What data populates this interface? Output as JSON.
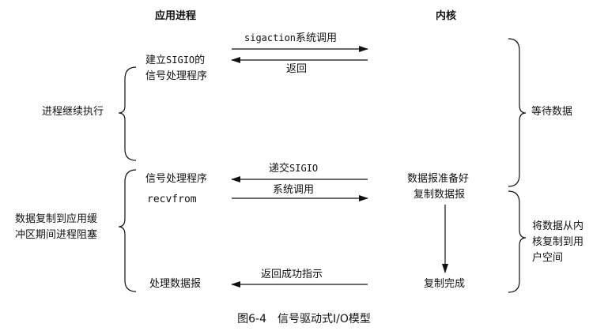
{
  "headers": {
    "app": "应用进程",
    "kernel": "内核"
  },
  "left": {
    "establish_prefix": "建立",
    "establish_code": "SIGIO",
    "establish_suffix": "的",
    "establish_line2": "信号处理程序",
    "handler": "信号处理程序",
    "recvfrom": "recvfrom",
    "process_data": "处理数据报"
  },
  "arrows": {
    "sigaction_code": "sigaction",
    "sigaction_text": "系统调用",
    "return": "返回",
    "deliver_text": "递交",
    "deliver_code": "SIGIO",
    "syscall": "系统调用",
    "return_success": "返回成功指示"
  },
  "kernel": {
    "datagram_ready": "数据报准备好",
    "copy_datagram": "复制数据报",
    "copy_complete": "复制完成"
  },
  "brackets": {
    "continue": "进程继续执行",
    "blocked_line1": "数据复制到应用缓",
    "blocked_line2": "冲区期间进程阻塞",
    "wait": "等待数据",
    "copy_line1": "将数据从内",
    "copy_line2": "核复制到用",
    "copy_line3": "户空间"
  },
  "caption": "图6-4　信号驱动式I/O模型"
}
